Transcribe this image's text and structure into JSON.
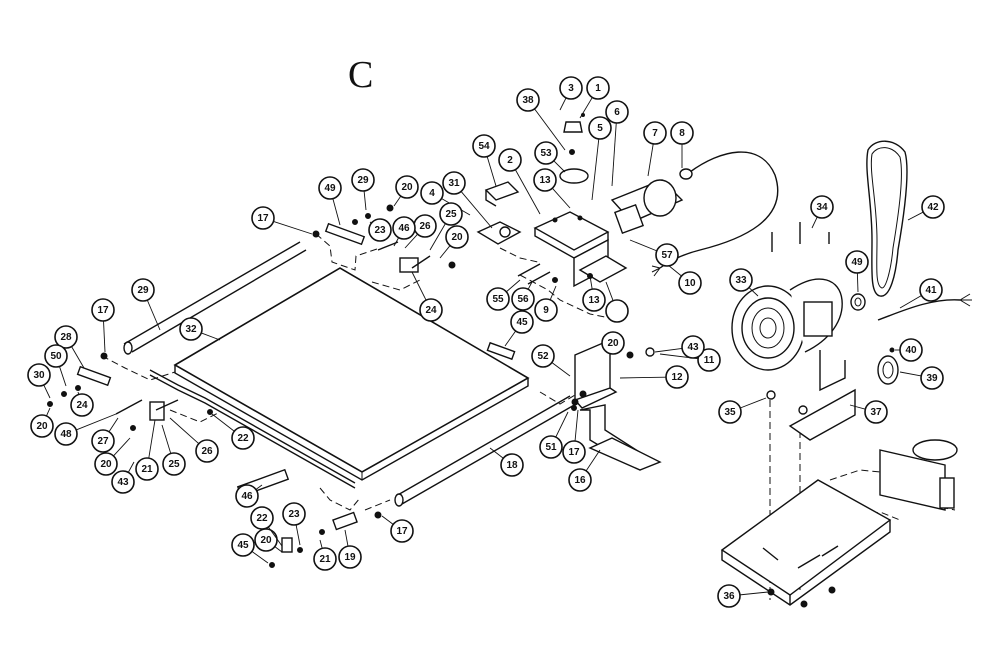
{
  "view_label": "C",
  "callouts": [
    "1",
    "2",
    "3",
    "4",
    "5",
    "6",
    "7",
    "8",
    "9",
    "10",
    "11",
    "12",
    "13",
    "13",
    "16",
    "17",
    "17",
    "17",
    "17",
    "18",
    "19",
    "20",
    "20",
    "20",
    "20",
    "20",
    "20",
    "21",
    "21",
    "22",
    "22",
    "23",
    "23",
    "24",
    "24",
    "25",
    "25",
    "26",
    "26",
    "27",
    "28",
    "29",
    "29",
    "30",
    "31",
    "32",
    "33",
    "34",
    "35",
    "36",
    "37",
    "38",
    "39",
    "40",
    "41",
    "42",
    "43",
    "43",
    "45",
    "45",
    "46",
    "46",
    "48",
    "49",
    "49",
    "50",
    "51",
    "52",
    "53",
    "54",
    "55",
    "56",
    "57"
  ]
}
